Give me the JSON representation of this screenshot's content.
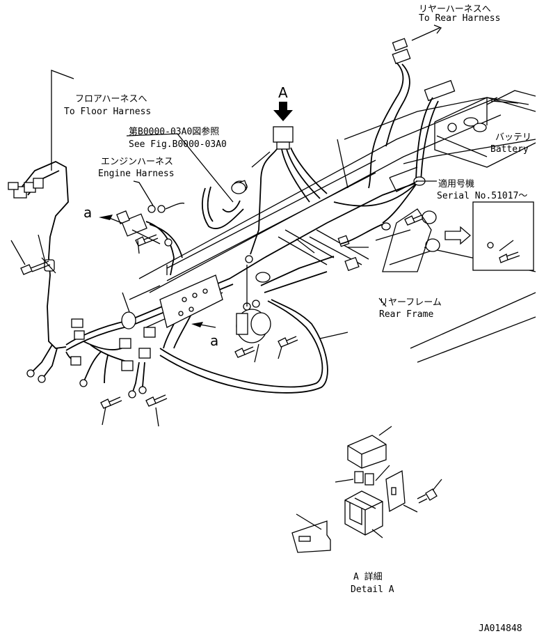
{
  "labels": {
    "rear_harness_jp": "リヤーハーネスへ",
    "rear_harness_en": "To Rear Harness",
    "floor_harness_jp": "フロアハーネスへ",
    "floor_harness_en": "To Floor Harness",
    "ref_jp": "第B0000-03A0図参照",
    "ref_en": "See Fig.B0000-03A0",
    "engine_harness_jp": "エンジンハーネス",
    "engine_harness_en": "Engine Harness",
    "battery_jp": "バッテリ",
    "battery_en": "Battery",
    "serial_jp": "適用号機",
    "serial_en": "Serial No.51017～",
    "rear_frame_jp": "リヤーフレーム",
    "rear_frame_en": "Rear Frame",
    "arrow_a": "A",
    "mark_a1": "a",
    "mark_a2": "a",
    "detail_jp": "A 詳細",
    "detail_en": "Detail A",
    "drawing_no": "JA014848"
  },
  "icons": [
    "arrow-a-icon",
    "arrow-a-detail-icon",
    "arrow-a2-detail-icon",
    "arrow-rear-harness-icon",
    "arrow-serial-inset-icon"
  ]
}
